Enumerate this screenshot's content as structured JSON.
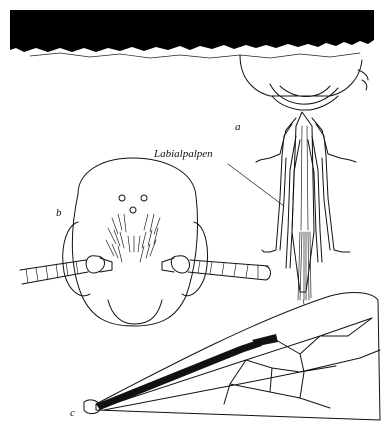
{
  "figure": {
    "panels": [
      {
        "id": "a",
        "label": "a",
        "subject": "bee-mouthparts-ventral"
      },
      {
        "id": "b",
        "label": "b",
        "subject": "bee-head-frontal"
      },
      {
        "id": "c",
        "label": "c",
        "subject": "bee-forewing"
      }
    ],
    "annotation": {
      "text": "Labialpalpen"
    },
    "colors": {
      "ink": "#111111",
      "redaction_bar": "#000000",
      "background": "#ffffff"
    }
  }
}
